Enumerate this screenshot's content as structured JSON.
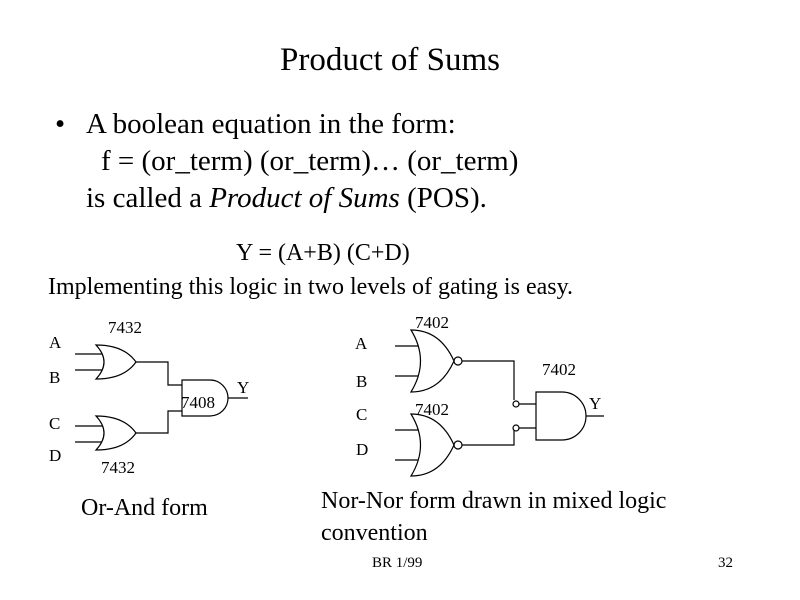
{
  "slide": {
    "title": "Product of Sums",
    "bullet_marker": "•",
    "bullet_line1": "A boolean equation in the form:",
    "bullet_line2": "f =   (or_term) (or_term)… (or_term)",
    "bullet_line3_prefix": "is called a ",
    "bullet_line3_italic": "Product of Sums",
    "bullet_line3_suffix": " (POS).",
    "equation": "Y =  (A+B) (C+D)",
    "implement_line": "Implementing this logic in two levels of gating is easy.",
    "or_and": {
      "label_a": "A",
      "label_b": "B",
      "label_c": "C",
      "label_d": "D",
      "chip_or_top": "7432",
      "chip_or_bottom": "7432",
      "chip_and": "7408",
      "label_y": "Y",
      "caption": "Or-And  form"
    },
    "nor_nor": {
      "label_a": "A",
      "label_b": "B",
      "label_c": "C",
      "label_d": "D",
      "chip_top": "7402",
      "chip_bottom": "7402",
      "chip_out": "7402",
      "label_y": "Y",
      "caption_line1": "Nor-Nor form drawn in mixed logic",
      "caption_line2": "convention"
    },
    "footer": "BR 1/99",
    "page_number": "32"
  }
}
